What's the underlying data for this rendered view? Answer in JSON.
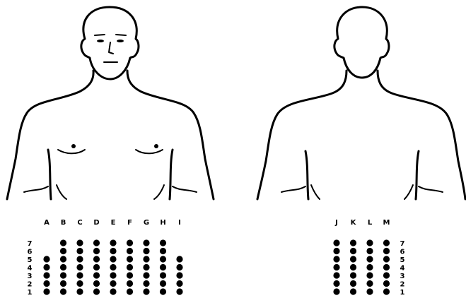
{
  "front_grid": {
    "columns": [
      {
        "label": "A",
        "rows": 5
      },
      {
        "label": "B",
        "rows": 7
      },
      {
        "label": "C",
        "rows": 7
      },
      {
        "label": "D",
        "rows": 7
      },
      {
        "label": "E",
        "rows": 7
      },
      {
        "label": "F",
        "rows": 7
      },
      {
        "label": "G",
        "rows": 7
      },
      {
        "label": "H",
        "rows": 7
      },
      {
        "label": "I",
        "rows": 5
      }
    ],
    "row_labels": [
      "7",
      "6",
      "5",
      "4",
      "3",
      "2",
      "1"
    ]
  },
  "back_grid": {
    "columns": [
      {
        "label": "J",
        "rows": 7
      },
      {
        "label": "K",
        "rows": 7
      },
      {
        "label": "L",
        "rows": 7
      },
      {
        "label": "M",
        "rows": 7
      }
    ],
    "row_labels": [
      "7",
      "6",
      "5",
      "4",
      "3",
      "2",
      "1"
    ]
  }
}
